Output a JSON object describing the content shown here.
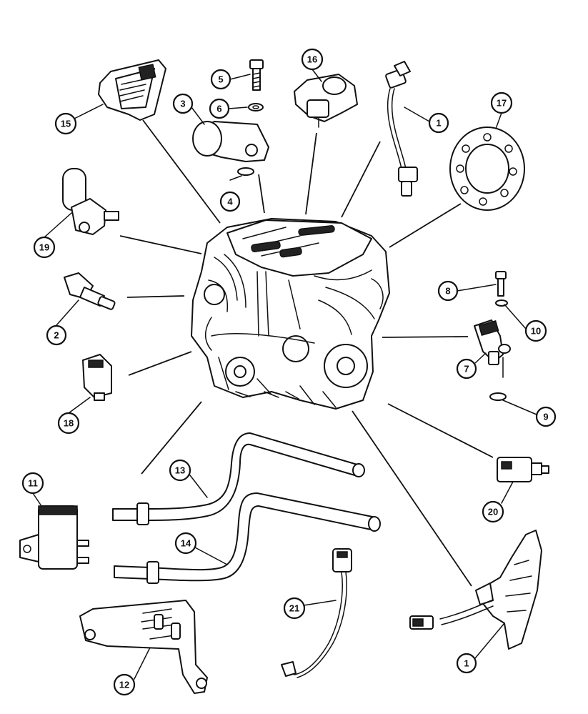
{
  "colors": {
    "line": "#111111",
    "background": "#ffffff"
  },
  "callouts": [
    {
      "label": "1"
    },
    {
      "label": "1"
    },
    {
      "label": "2"
    },
    {
      "label": "3"
    },
    {
      "label": "4"
    },
    {
      "label": "5"
    },
    {
      "label": "6"
    },
    {
      "label": "7"
    },
    {
      "label": "8"
    },
    {
      "label": "9"
    },
    {
      "label": "10"
    },
    {
      "label": "11"
    },
    {
      "label": "12"
    },
    {
      "label": "13"
    },
    {
      "label": "14"
    },
    {
      "label": "15"
    },
    {
      "label": "16"
    },
    {
      "label": "17"
    },
    {
      "label": "18"
    },
    {
      "label": "19"
    },
    {
      "label": "20"
    },
    {
      "label": "21"
    }
  ]
}
